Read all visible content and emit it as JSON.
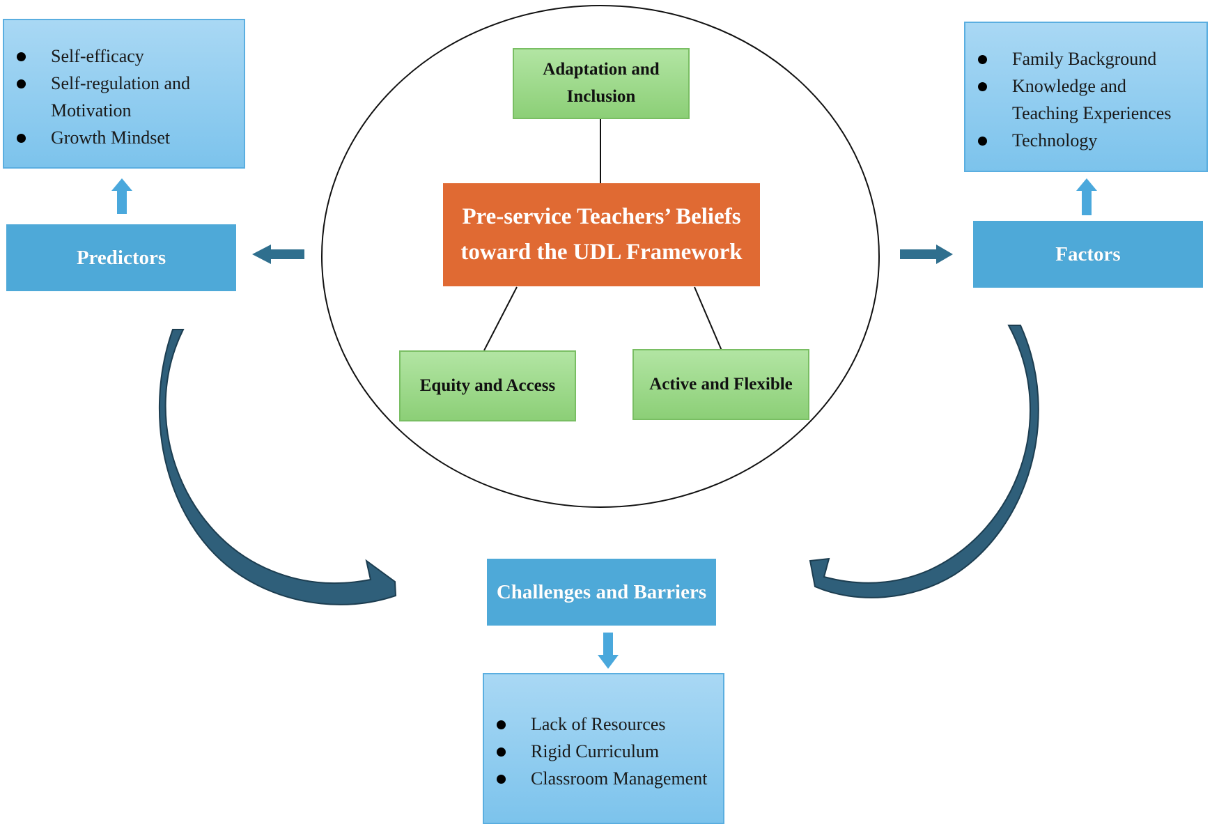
{
  "center": {
    "title_line1": "Pre-service Teachers’ Beliefs",
    "title_line2": "toward the UDL Framework",
    "top_node_line1": "Adaptation and",
    "top_node_line2": "Inclusion",
    "left_node": "Equity and Access",
    "right_node": "Active and Flexible"
  },
  "predictors": {
    "label": "Predictors",
    "items": [
      "Self-efficacy",
      "Self-regulation and",
      "Motivation",
      "Growth Mindset"
    ]
  },
  "factors": {
    "label": "Factors",
    "items": [
      "Family Background",
      "Knowledge and",
      "Teaching Experiences",
      "Technology"
    ]
  },
  "challenges": {
    "label": "Challenges and Barriers",
    "items": [
      "Lack of Resources",
      "Rigid Curriculum",
      "Classroom Management"
    ]
  },
  "colors": {
    "light_blue_box": "#8ccbef",
    "mid_blue_box": "#4ea9d8",
    "orange_box": "#e06a33",
    "green_box": "#9fd98a",
    "dark_arrow": "#2f5f7a",
    "small_arrow": "#4aa8dc"
  }
}
